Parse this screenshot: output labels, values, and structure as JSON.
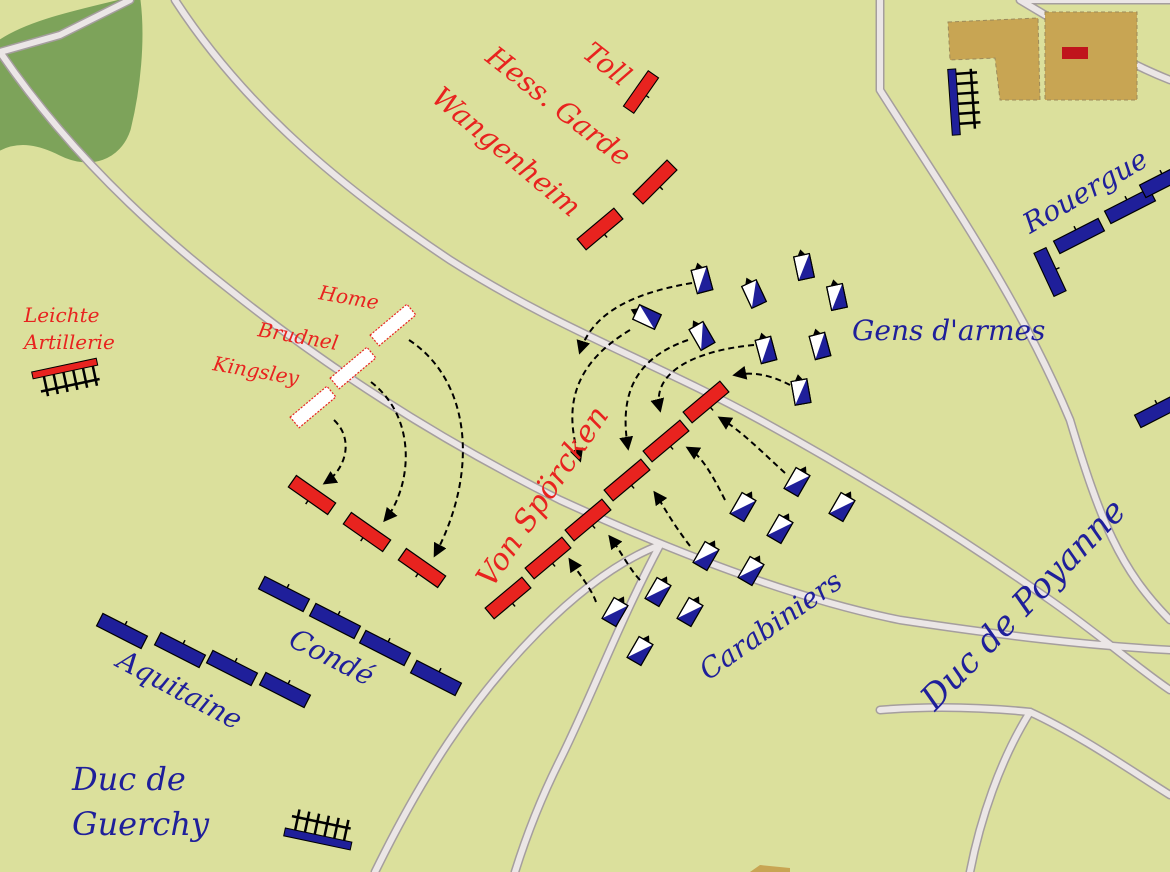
{
  "colors": {
    "background": "#dbe09c",
    "forest": "#7da35a",
    "road": "#ebe6e6",
    "road_edge": "#a59e9e",
    "village": "#c8a553",
    "allied": "#e8231f",
    "french": "#1f1f9a",
    "text_allied": "#e8231f",
    "text_french": "#1f1f9a"
  },
  "allied_labels": {
    "toll": "Toll",
    "hess_garde": "Hess. Garde",
    "wangenheim": "Wangenheim",
    "home": "Home",
    "brudnel": "Brudnel",
    "kingsley": "Kingsley",
    "leichte": "Leichte",
    "artillerie": "Artillerie",
    "von_sporcken": "Von Spörcken"
  },
  "french_labels": {
    "rouergue": "Rouergue",
    "gens_darmes": "Gens d'armes",
    "carabiniers": "Carabiniers",
    "duc_de_poyanne": "Duc de Poyanne",
    "conde": "Condé",
    "aquitaine": "Aquitaine",
    "duc_de": "Duc de",
    "guerchy": "Guerchy"
  },
  "icons": {
    "infantry": "rect-battalion",
    "cavalry": "diagonal-squadron",
    "artillery": "comb-battery",
    "movement": "dashed-arrow"
  }
}
